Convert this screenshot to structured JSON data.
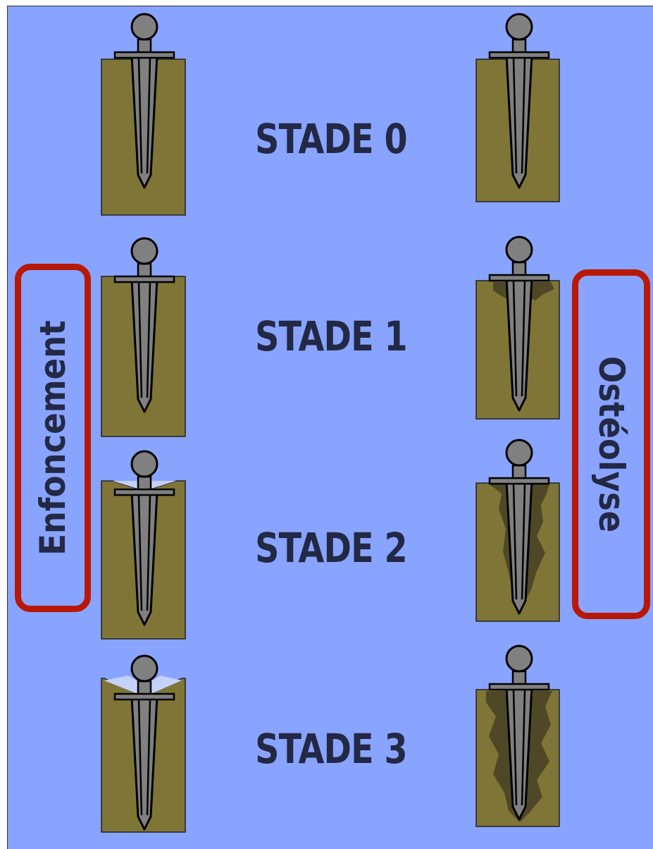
{
  "labels": {
    "stage_0": "STADE 0",
    "stage_1": "STADE 1",
    "stage_2": "STADE 2",
    "stage_3": "STADE 3",
    "left_category": "Enfoncement",
    "right_category": "Ostéolyse"
  },
  "colors": {
    "background": "#88a4fe",
    "bone": "#7f7536",
    "implant": "#808080",
    "bone_loss_shadow": "#4a4425",
    "frame_red": "#b81806",
    "text": "#232845"
  },
  "icons": [
    "implant-stem-icon",
    "bone-block-icon",
    "bone-resorption-icon"
  ]
}
